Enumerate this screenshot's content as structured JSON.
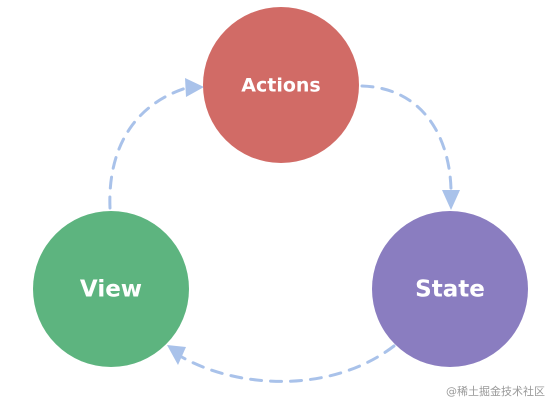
{
  "diagram": {
    "nodes": {
      "actions": {
        "label": "Actions",
        "color": "#D16B66"
      },
      "state": {
        "label": "State",
        "color": "#8A7DC0"
      },
      "view": {
        "label": "View",
        "color": "#5DB47F"
      }
    },
    "connector_color": "#A9C2EA"
  },
  "watermark": "@稀土掘金技术社区"
}
